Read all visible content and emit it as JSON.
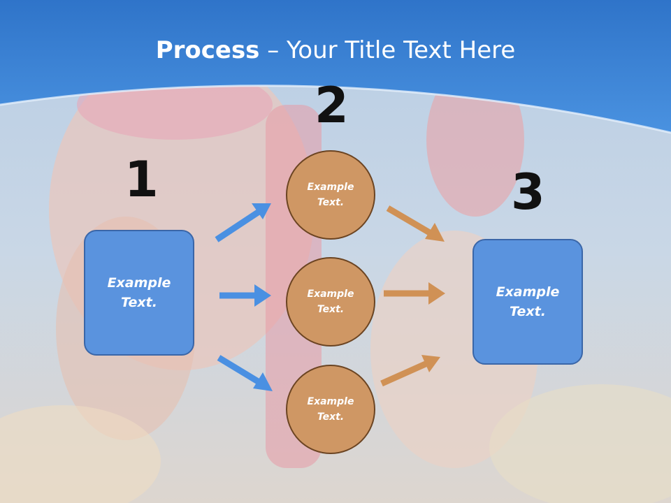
{
  "title": {
    "bold": "Process",
    "rest": " – Your Title Text Here"
  },
  "steps": {
    "one": "1",
    "two": "2",
    "three": "3"
  },
  "input_box": {
    "line1": "Example",
    "line2": "Text."
  },
  "nodes": [
    {
      "line1": "Example",
      "line2": "Text."
    },
    {
      "line1": "Example",
      "line2": "Text."
    },
    {
      "line1": "Example",
      "line2": "Text."
    }
  ],
  "output_box": {
    "line1": "Example",
    "line2": "Text."
  },
  "colors": {
    "header": "#3a84d8",
    "box": "#5a93de",
    "node": "#cf9764",
    "blue_arrow": "#4a90e2",
    "brown_arrow": "#d09155"
  }
}
